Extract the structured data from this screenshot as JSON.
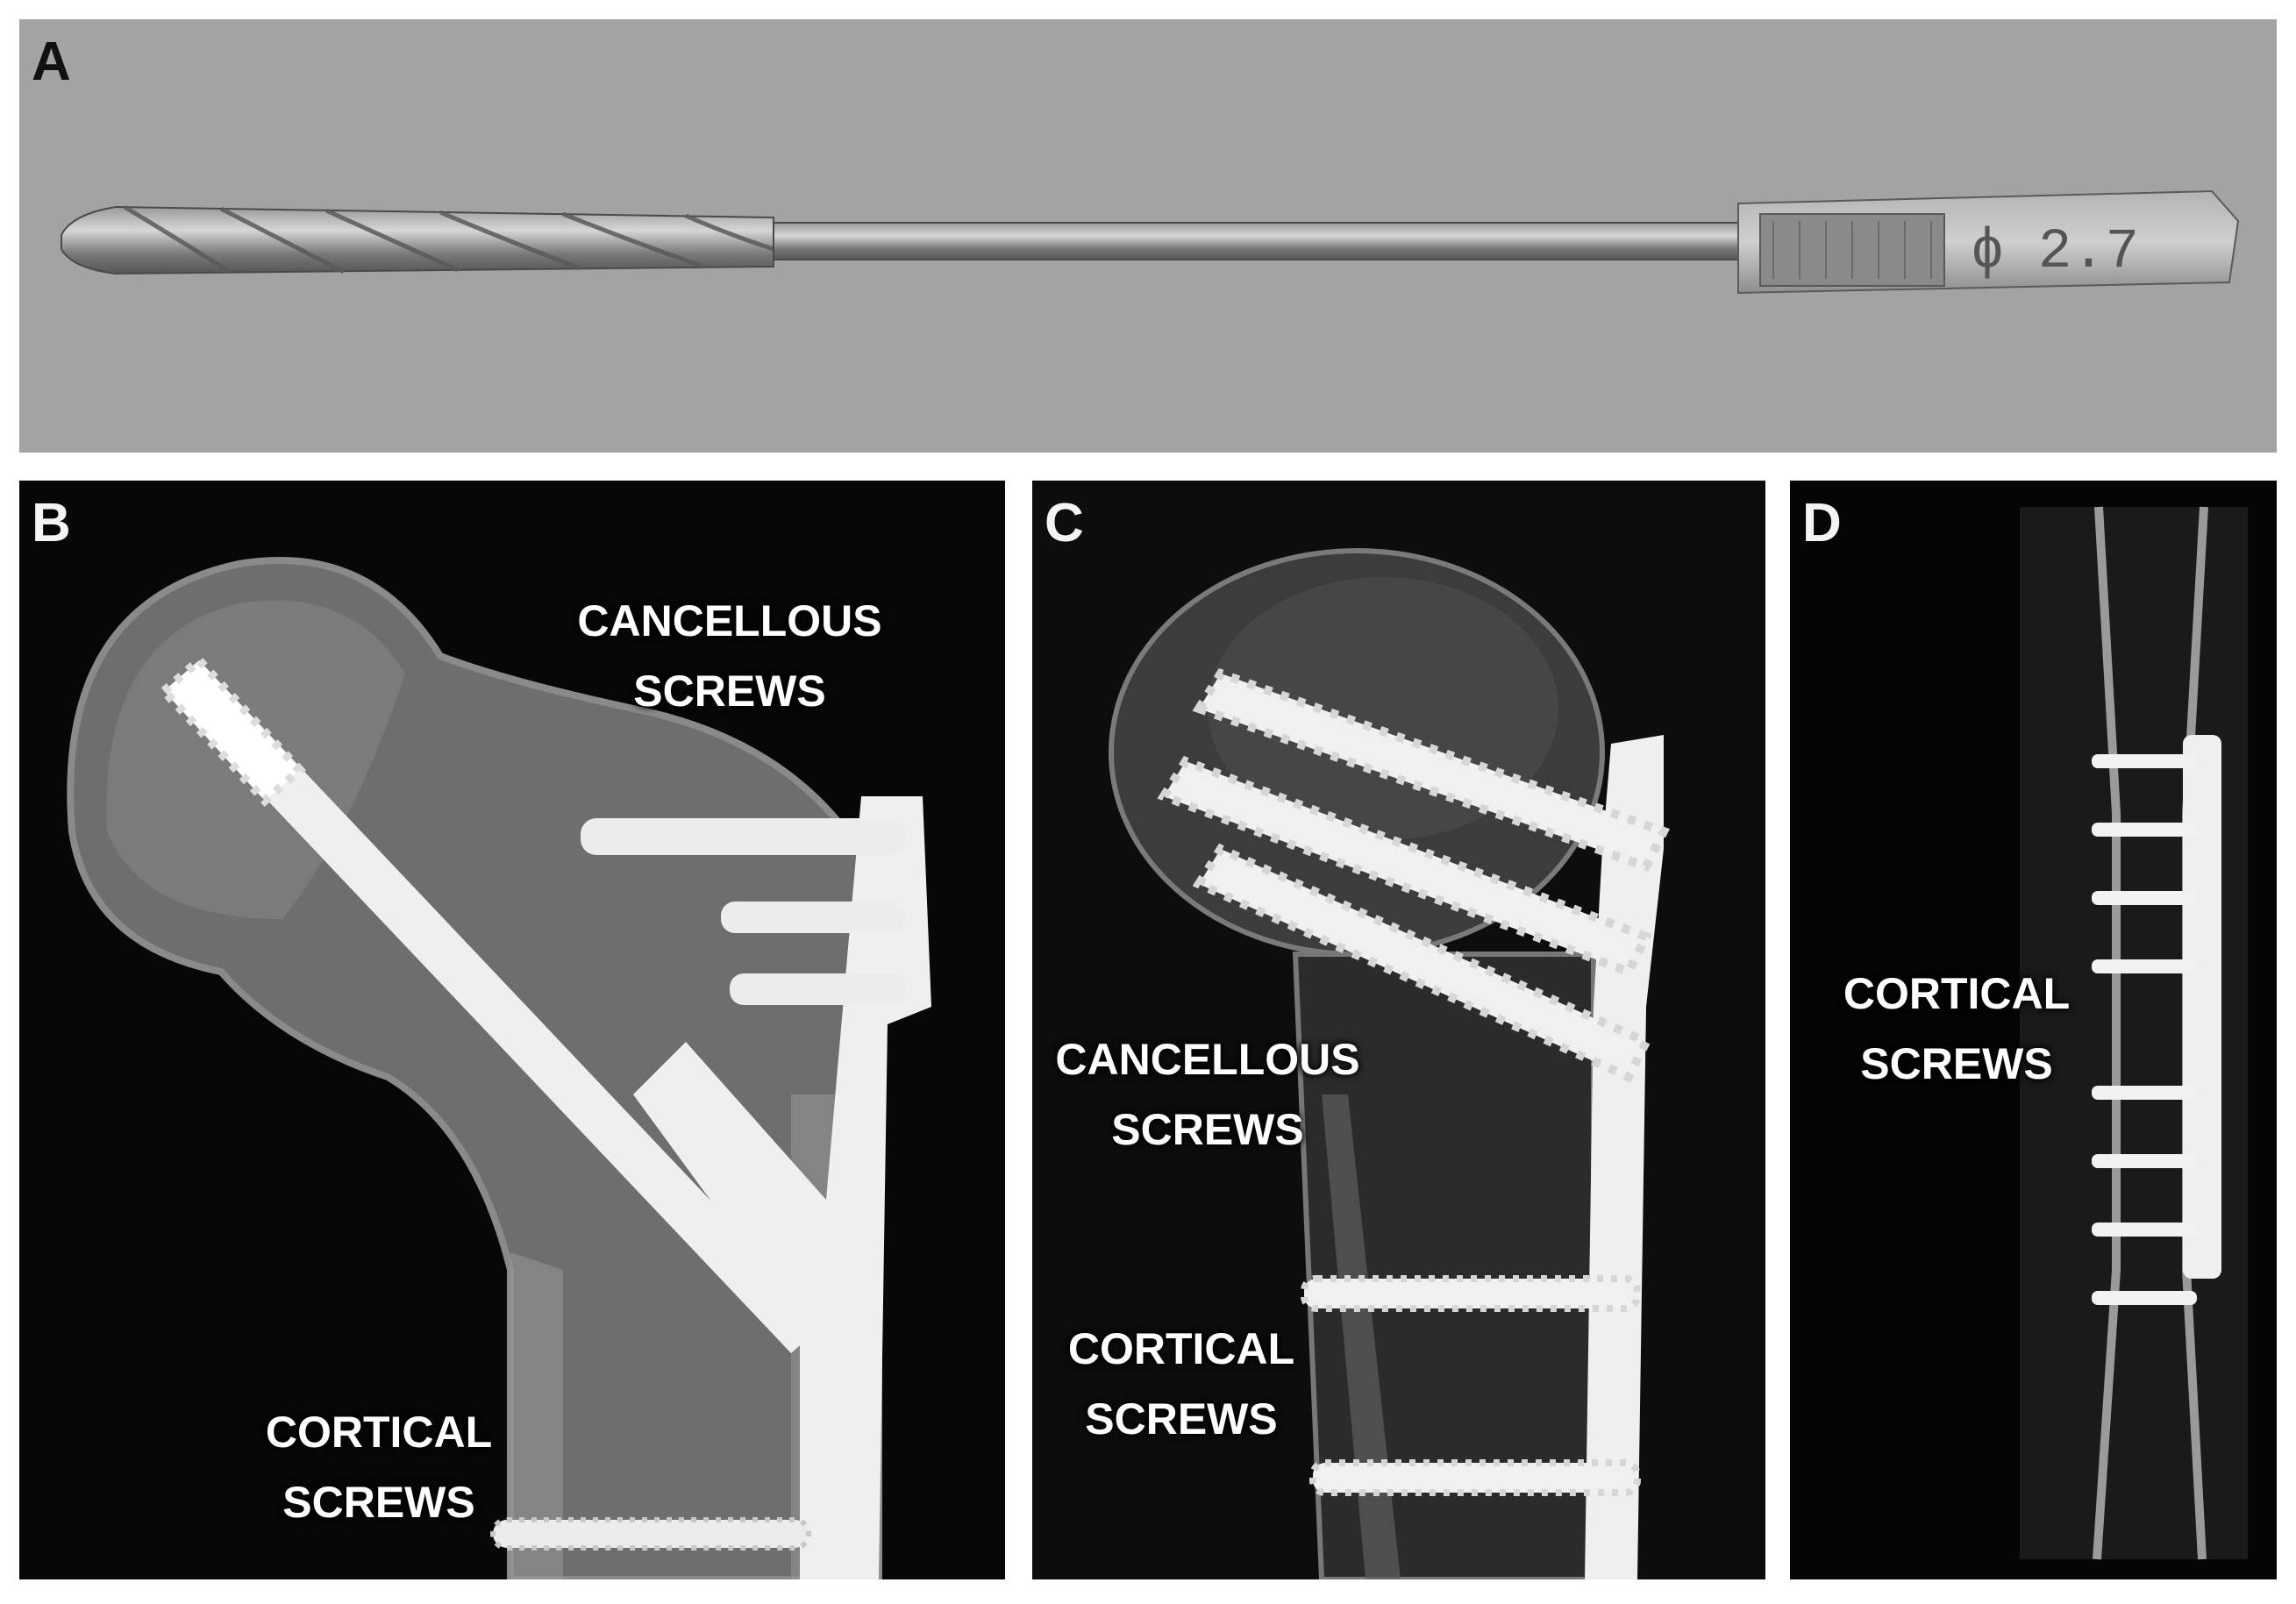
{
  "panels": {
    "a": {
      "letter": "A",
      "engraving": "ϕ 2.7"
    },
    "b": {
      "letter": "B",
      "top_label": [
        "CANCELLOUS",
        "SCREWS"
      ],
      "bottom_label": [
        "CORTICAL",
        "SCREWS"
      ]
    },
    "c": {
      "letter": "C",
      "top_label": [
        "CANCELLOUS",
        "SCREWS"
      ],
      "bottom_label": [
        "CORTICAL",
        "SCREWS"
      ]
    },
    "d": {
      "letter": "D",
      "label": [
        "CORTICAL",
        "SCREWS"
      ]
    }
  },
  "colors": {
    "panel_a_background": "#a3a3a3",
    "xray_background": "#070707",
    "implant_white": "#efefef",
    "bone_gray": "#6d6d6d"
  }
}
